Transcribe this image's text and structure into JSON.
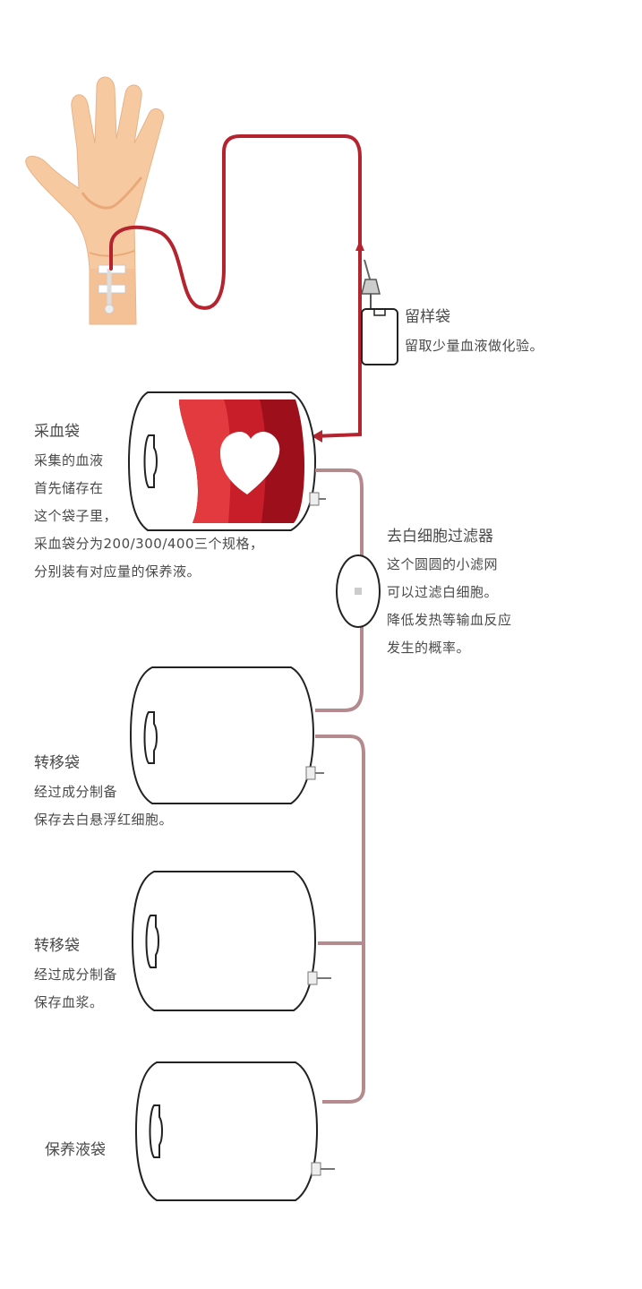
{
  "colors": {
    "blood_line": "#b5232e",
    "blood_dark": "#9e0f1c",
    "blood_mid": "#c81e2a",
    "blood_light": "#e23a3f",
    "transfer_line": "#b58a8e",
    "bag_outline": "#222222",
    "skin": "#f7c9a0",
    "skin_shadow": "#e9a878"
  },
  "icons": [
    "hand-icon",
    "needle-icon",
    "heart-icon",
    "clamp-icon",
    "filter-icon"
  ],
  "labels": {
    "sample_bag": {
      "title": "留样袋",
      "lines": [
        "留取少量血液做化验。"
      ]
    },
    "collection_bag": {
      "title": "采血袋",
      "lines": [
        "采集的血液",
        "首先储存在",
        "这个袋子里，",
        "采血袋分为200/300/400三个规格，",
        "分别装有对应量的保养液。"
      ]
    },
    "filter": {
      "title": "去白细胞过滤器",
      "lines": [
        "这个圆圆的小滤网",
        "可以过滤白细胞。",
        "降低发热等输血反应",
        "发生的概率。"
      ]
    },
    "transfer_bag_1": {
      "title": "转移袋",
      "lines": [
        "经过成分制备",
        "保存去白悬浮红细胞。"
      ]
    },
    "transfer_bag_2": {
      "title": "转移袋",
      "lines": [
        "经过成分制备",
        "保存血浆。"
      ]
    },
    "preservative_bag": {
      "title": "保养液袋",
      "lines": []
    }
  }
}
